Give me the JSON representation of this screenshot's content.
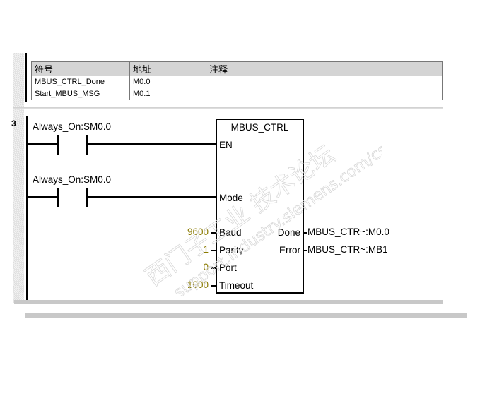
{
  "symbol_table": {
    "headers": [
      "符号",
      "地址",
      "注释"
    ],
    "rows": [
      {
        "symbol": "MBUS_CTRL_Done",
        "address": "M0.0",
        "comment": ""
      },
      {
        "symbol": "Start_MBUS_MSG",
        "address": "M0.1",
        "comment": ""
      }
    ]
  },
  "network": {
    "number": "3",
    "contacts": [
      {
        "label": "Always_On:SM0.0"
      },
      {
        "label": "Always_On:SM0.0"
      }
    ],
    "block": {
      "title": "MBUS_CTRL",
      "en": "EN",
      "mode": "Mode",
      "inputs": [
        {
          "pin": "Baud",
          "value": "9600"
        },
        {
          "pin": "Parity",
          "value": "1"
        },
        {
          "pin": "Port",
          "value": "0"
        },
        {
          "pin": "Timeout",
          "value": "1000"
        }
      ],
      "outputs": [
        {
          "pin": "Done",
          "value": "MBUS_CTR~:M0.0"
        },
        {
          "pin": "Error",
          "value": "MBUS_CTR~:MB1"
        }
      ]
    }
  },
  "watermark": {
    "line1": "西门子工业 技术论坛",
    "line2": "support.industry.siemens.com/cs"
  }
}
